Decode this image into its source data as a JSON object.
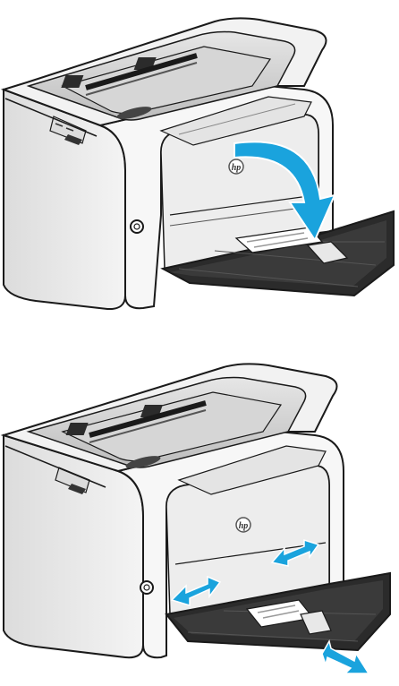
{
  "figures": [
    {
      "brand_logo_text": "hp",
      "arrow_color": "#1aa3dd",
      "arrow_count": 1
    },
    {
      "brand_logo_text": "hp",
      "arrow_color": "#1aa3dd",
      "arrow_count": 3
    }
  ],
  "colors": {
    "printer_body": "#f7f7f7",
    "printer_outline": "#1a1a1a",
    "tray_dark": "#2b2b2b",
    "panel_gray": "#c9c9c9",
    "arrow_accent": "#1aa3dd"
  },
  "icons": [
    "printer-illustration",
    "curved-arrow-icon",
    "double-arrow-icon",
    "power-button-icon",
    "hp-logo"
  ]
}
